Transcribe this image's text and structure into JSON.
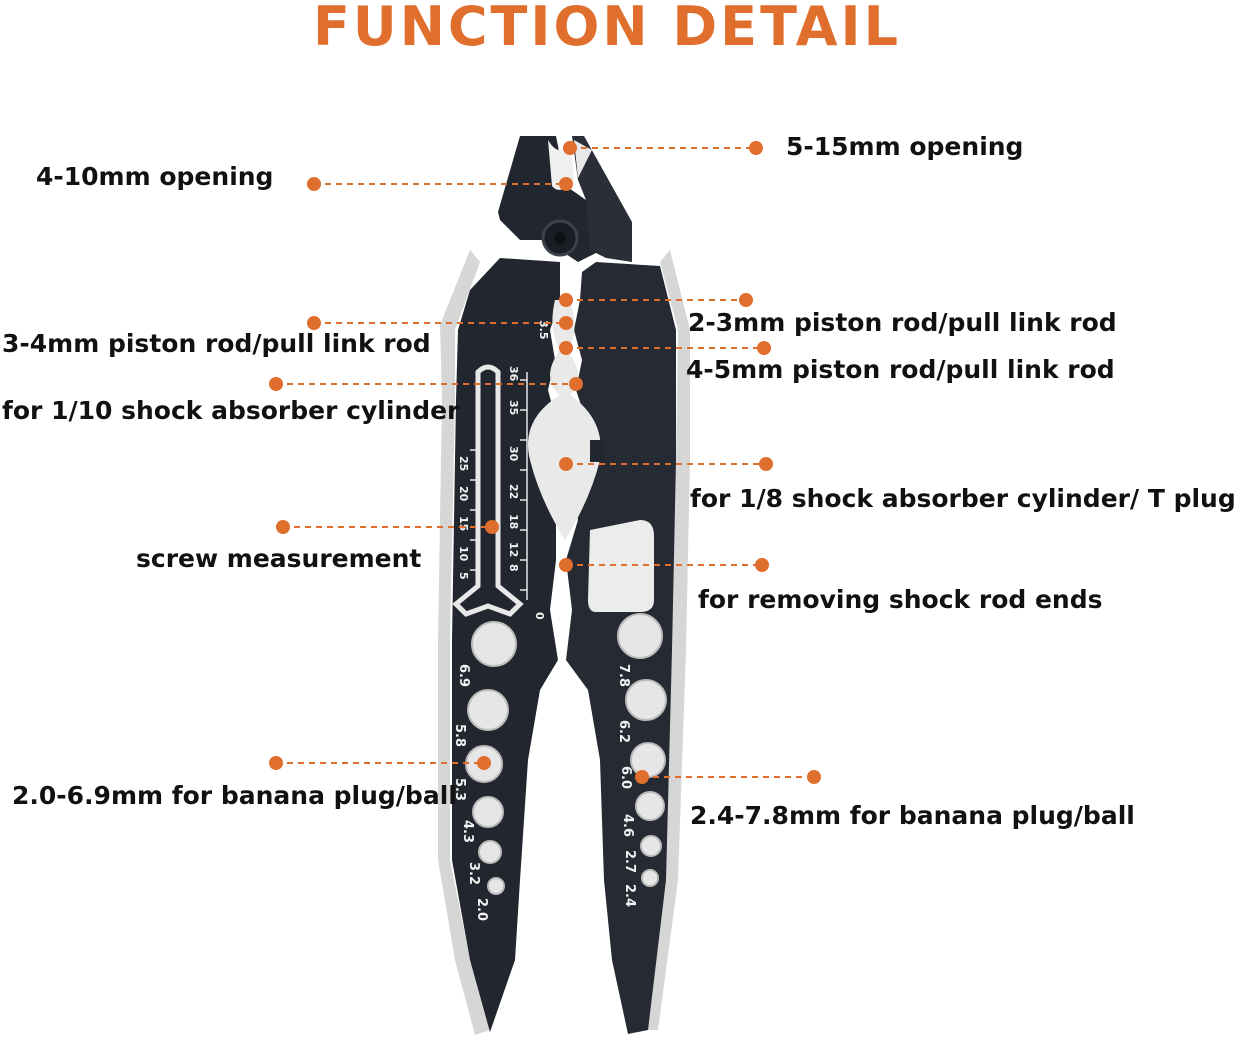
{
  "title": "FUNCTION DETAIL",
  "colors": {
    "accent": "#e06e2c",
    "tool_body": "#22262e",
    "tool_edge": "#d9d9d9",
    "text": "#111111"
  },
  "callouts": {
    "c1": "4-10mm opening",
    "c2": "5-15mm opening",
    "c3": "3-4mm piston rod/pull link rod",
    "c4": "2-3mm piston rod/pull link rod",
    "c5": "4-5mm piston rod/pull link rod",
    "c6": "for 1/10 shock absorber cylinder",
    "c7": "for 1/8 shock absorber cylinder/ T plug",
    "c8": "screw measurement",
    "c9": "for removing shock rod ends",
    "c10": "2.0-6.9mm for banana plug/ball",
    "c11": "2.4-7.8mm for banana plug/ball"
  },
  "tool_markings": {
    "rod_size": "3.5",
    "left_scale": [
      "25",
      "20",
      "15",
      "10",
      "5"
    ],
    "right_scale": [
      "36",
      "35",
      "30",
      "22",
      "18",
      "12",
      "8"
    ],
    "zero": "0",
    "left_holes": [
      "6.9",
      "5.8",
      "5.3",
      "4.3",
      "3.2",
      "2.0"
    ],
    "right_holes": [
      "7.8",
      "6.2",
      "6.0",
      "4.6",
      "2.7",
      "2.4"
    ]
  }
}
